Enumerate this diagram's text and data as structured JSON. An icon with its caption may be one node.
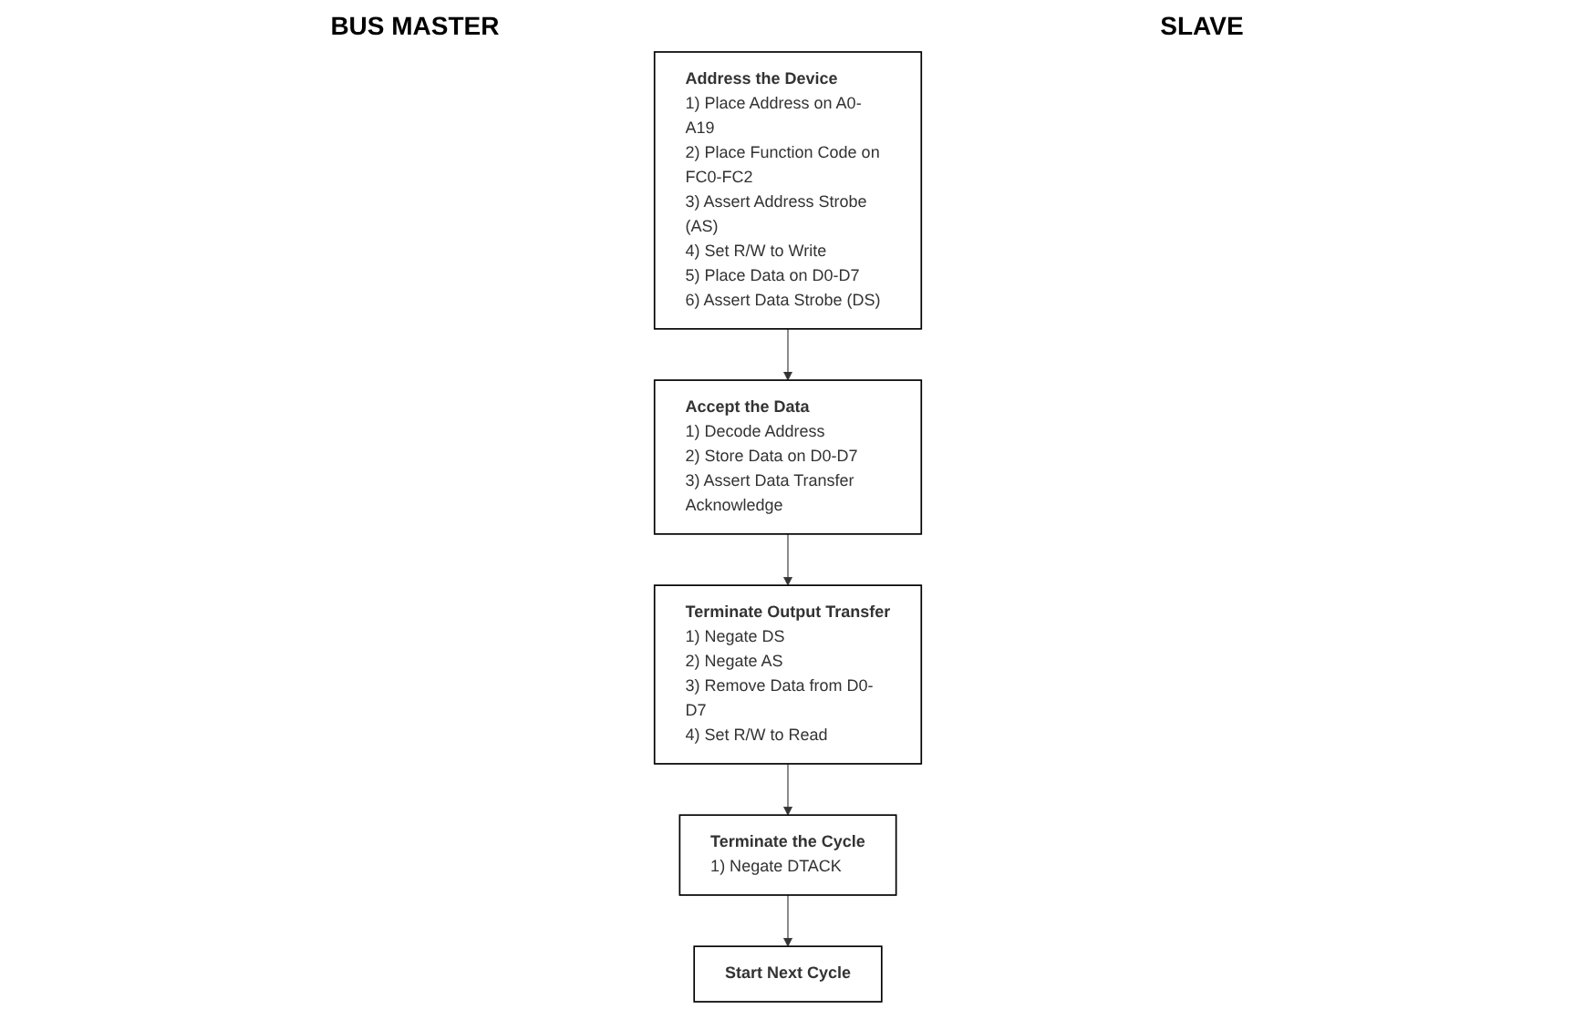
{
  "diagram": {
    "nodes": [
      {
        "text": [
          "Address the Device",
          "1) Place Address on A0-A19",
          "2) Place Function Code on FC0-FC2",
          "3) Assert Address Strobe (AS)",
          "4) Set R/W to Write",
          "5) Place Data on D0-D7",
          "6) Assert Data Strobe (DS)"
        ]
      },
      {
        "text": [
          "Accept the Data",
          "1) Decode Address",
          "2) Store Data on D0-D7",
          "3) Assert Data Transfer Acknowledge"
        ]
      },
      {
        "text": [
          "Terminate Output Transfer",
          "1) Negate DS",
          "2) Negate AS",
          "3) Remove Data from D0-D7",
          "4) Set R/W to Read"
        ]
      },
      {
        "text": [
          "Terminate the Cycle",
          "1) Negate DTACK"
        ]
      },
      {
        "text": [
          "Start Next Cycle"
        ]
      }
    ],
    "edges": [
      {
        "from": 0,
        "to": 1,
        "arrow": "to"
      },
      {
        "from": 1,
        "to": 2,
        "arrow": "to"
      },
      {
        "from": 2,
        "to": 3,
        "arrow": "to"
      },
      {
        "from": 3,
        "to": 4,
        "arrow": "to"
      }
    ],
    "labels": [
      "BUS MASTER",
      "SLAVE"
    ]
  }
}
